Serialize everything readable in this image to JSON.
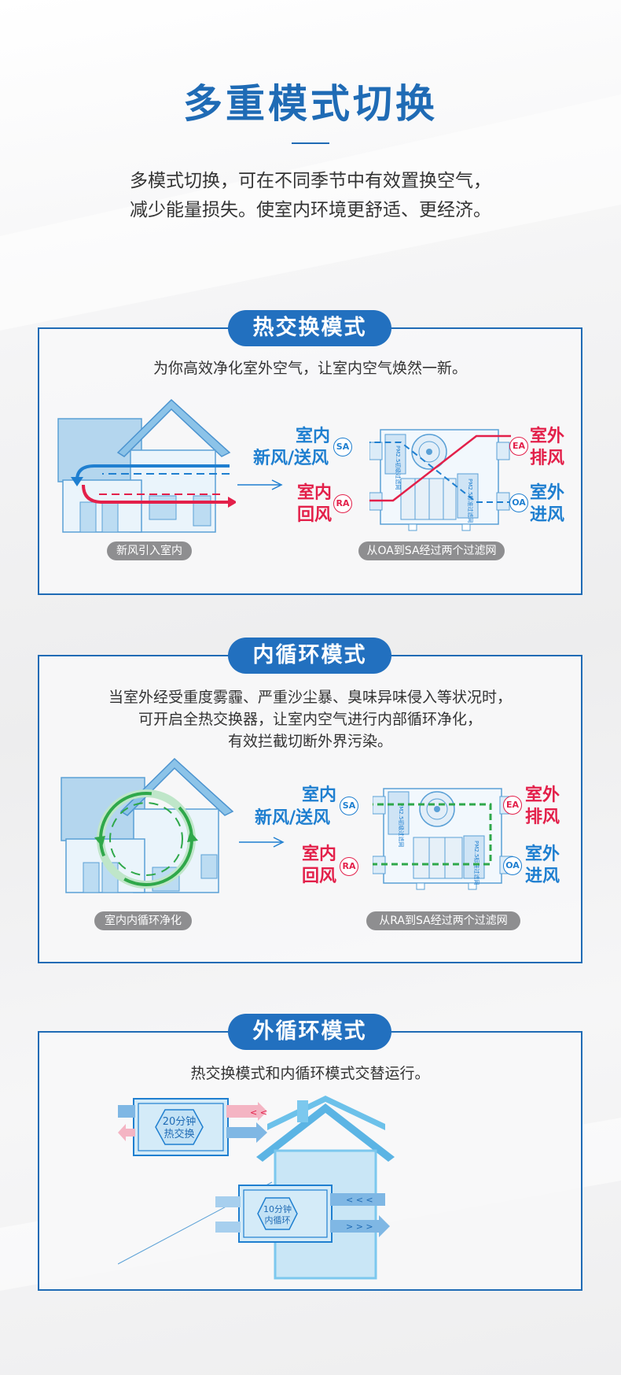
{
  "hero": {
    "title": "多重模式切换",
    "desc_lines": [
      "多模式切换，可在不同季节中有效置换空气，",
      "减少能量损失。使室内环境更舒适、更经济。"
    ]
  },
  "modes": [
    {
      "title": "热交换模式",
      "desc_lines": [
        "为你高效净化室外空气，让室内空气焕然一新。"
      ],
      "caption_left": "新风引入室内",
      "caption_right": "从OA到SA经过两个过滤网",
      "label_sa_1": "室内",
      "label_sa_2": "新风/送风",
      "label_ra_1": "室内",
      "label_ra_2": "回风",
      "label_ea_1": "室外",
      "label_ea_2": "排风",
      "label_oa_1": "室外",
      "label_oa_2": "进风",
      "badge_sa": "SA",
      "badge_ra": "RA",
      "badge_ea": "EA",
      "badge_oa": "OA",
      "filter_1": "PM2.5初级过滤网",
      "filter_2": "PM2.5标准过滤网"
    },
    {
      "title": "内循环模式",
      "desc_lines": [
        "当室外经受重度雾霾、严重沙尘暴、臭味异味侵入等状况时，",
        "可开启全热交换器，让室内空气进行内部循环净化，",
        "有效拦截切断外界污染。"
      ],
      "caption_left": "室内内循环净化",
      "caption_right": "从RA到SA经过两个过滤网",
      "label_sa_1": "室内",
      "label_sa_2": "新风/送风",
      "label_ra_1": "室内",
      "label_ra_2": "回风",
      "label_ea_1": "室外",
      "label_ea_2": "排风",
      "label_oa_1": "室外",
      "label_oa_2": "进风",
      "badge_sa": "SA",
      "badge_ra": "RA",
      "badge_ea": "EA",
      "badge_oa": "OA",
      "filter_1": "PM2.5初级过滤网",
      "filter_2": "PM2.5标准过滤网"
    },
    {
      "title": "外循环模式",
      "desc_lines": [
        "热交换模式和内循环模式交替运行。"
      ],
      "unit_1_line1": "20分钟",
      "unit_1_line2": "热交换",
      "unit_2_line1": "10分钟",
      "unit_2_line2": "内循环"
    }
  ],
  "colors": {
    "primary": "#1f6bb5",
    "pill": "#2270bf",
    "supply_blue": "#1f7fd0",
    "exhaust_red": "#e3204a",
    "circulation_green": "#2fa84a",
    "caption_gray": "#8e8e90"
  }
}
